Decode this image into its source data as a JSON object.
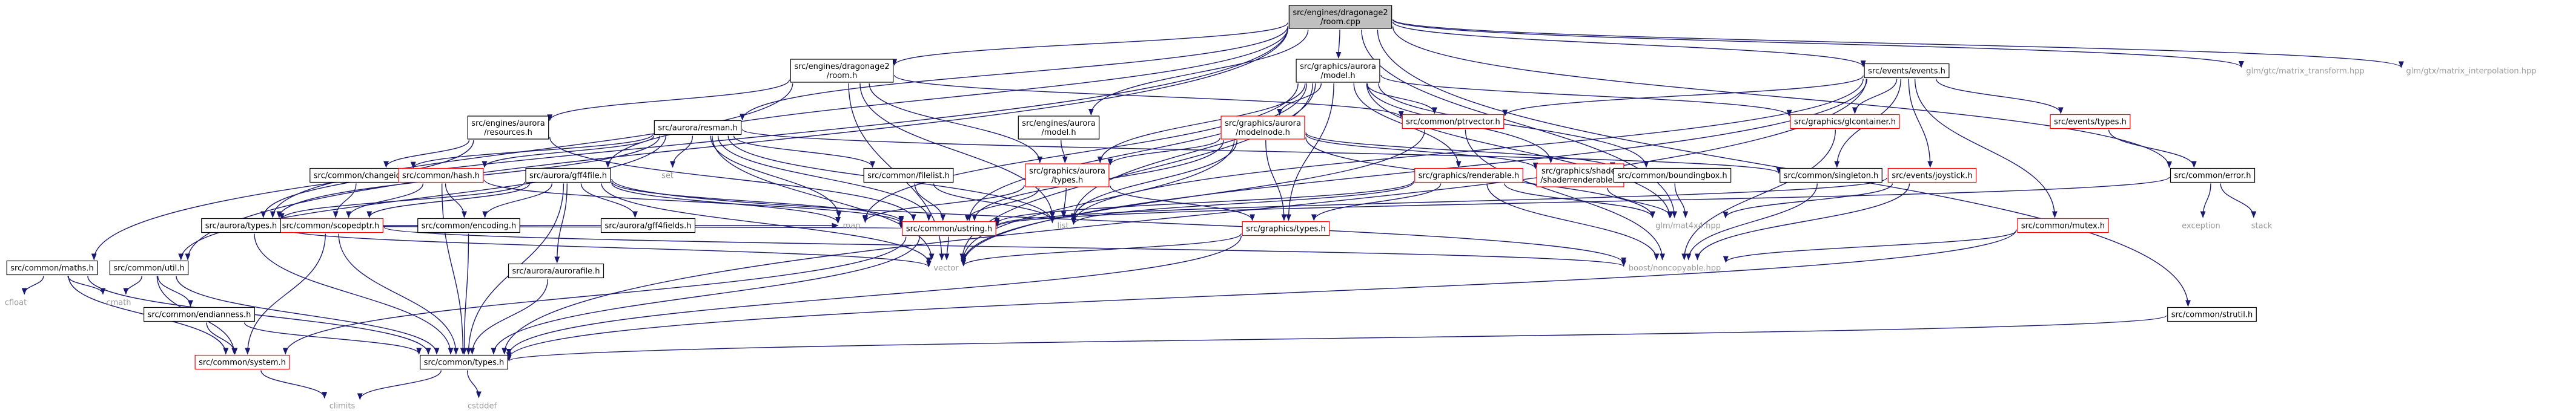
{
  "colors": {
    "edge": "#191970",
    "root_fill": "#bfbfbf",
    "box_fill": "#ffffff",
    "box_border": "#000000",
    "missing_text": "#999999",
    "red_border": "#ff0000"
  },
  "nodes": [
    {
      "id": "root",
      "kind": "root",
      "lines": [
        "src/engines/dragonage2",
        "/room.cpp"
      ]
    },
    {
      "id": "maths",
      "kind": "doc",
      "lines": [
        "src/common/maths.h"
      ]
    },
    {
      "id": "cfloat",
      "kind": "missing",
      "lines": [
        "cfloat"
      ]
    },
    {
      "id": "cmath",
      "kind": "missing",
      "lines": [
        "cmath"
      ]
    },
    {
      "id": "system",
      "kind": "red",
      "lines": [
        "src/common/system.h"
      ]
    },
    {
      "id": "climits",
      "kind": "missing",
      "lines": [
        "climits"
      ]
    },
    {
      "id": "types",
      "kind": "doc",
      "lines": [
        "src/common/types.h"
      ]
    },
    {
      "id": "cstddef",
      "kind": "missing",
      "lines": [
        "cstddef"
      ]
    },
    {
      "id": "util",
      "kind": "doc",
      "lines": [
        "src/common/util.h"
      ]
    },
    {
      "id": "endianness",
      "kind": "doc",
      "lines": [
        "src/common/endianness.h"
      ]
    },
    {
      "id": "room_h",
      "kind": "doc",
      "lines": [
        "src/engines/dragonage2",
        "/room.h"
      ]
    },
    {
      "id": "resources",
      "kind": "doc",
      "lines": [
        "src/engines/aurora",
        "/resources.h"
      ]
    },
    {
      "id": "changeid",
      "kind": "doc",
      "lines": [
        "src/common/changeid.h"
      ]
    },
    {
      "id": "scopedptr",
      "kind": "red",
      "lines": [
        "src/common/scopedptr.h"
      ]
    },
    {
      "id": "aurora_types",
      "kind": "doc",
      "lines": [
        "src/aurora/types.h"
      ]
    },
    {
      "id": "resman",
      "kind": "doc",
      "lines": [
        "src/aurora/resman.h"
      ]
    },
    {
      "id": "set",
      "kind": "missing",
      "lines": [
        "set"
      ]
    },
    {
      "id": "hash",
      "kind": "red",
      "lines": [
        "src/common/hash.h"
      ]
    },
    {
      "id": "encoding",
      "kind": "doc",
      "lines": [
        "src/common/encoding.h"
      ]
    },
    {
      "id": "gff4file",
      "kind": "doc",
      "lines": [
        "src/aurora/gff4file.h"
      ]
    },
    {
      "id": "gff4fields",
      "kind": "doc",
      "lines": [
        "src/aurora/gff4fields.h"
      ]
    },
    {
      "id": "aurorafile",
      "kind": "doc",
      "lines": [
        "src/aurora/aurorafile.h"
      ]
    },
    {
      "id": "filelist",
      "kind": "doc",
      "lines": [
        "src/common/filelist.h"
      ]
    },
    {
      "id": "map",
      "kind": "missing",
      "lines": [
        "map"
      ]
    },
    {
      "id": "ustring",
      "kind": "red",
      "lines": [
        "src/common/ustring.h"
      ]
    },
    {
      "id": "list",
      "kind": "missing",
      "lines": [
        "list"
      ]
    },
    {
      "id": "vector",
      "kind": "missing",
      "lines": [
        "vector"
      ]
    },
    {
      "id": "eng_model",
      "kind": "doc",
      "lines": [
        "src/engines/aurora",
        "/model.h"
      ]
    },
    {
      "id": "gfx_aurora_types",
      "kind": "red",
      "lines": [
        "src/graphics/aurora",
        "/types.h"
      ]
    },
    {
      "id": "gfx_model",
      "kind": "doc",
      "lines": [
        "src/graphics/aurora",
        "/model.h"
      ]
    },
    {
      "id": "modelnode",
      "kind": "red",
      "lines": [
        "src/graphics/aurora",
        "/modelnode.h"
      ]
    },
    {
      "id": "ptrvector",
      "kind": "red",
      "lines": [
        "src/common/ptrvector.h"
      ]
    },
    {
      "id": "gfx_types",
      "kind": "red",
      "lines": [
        "src/graphics/types.h"
      ]
    },
    {
      "id": "renderable",
      "kind": "red",
      "lines": [
        "src/graphics/renderable.h"
      ]
    },
    {
      "id": "shaderrenderable",
      "kind": "red",
      "lines": [
        "src/graphics/shader",
        "/shaderrenderable.h"
      ]
    },
    {
      "id": "boundingbox",
      "kind": "doc",
      "lines": [
        "src/common/boundingbox.h"
      ]
    },
    {
      "id": "mat4",
      "kind": "missing",
      "lines": [
        "glm/mat4x4.hpp"
      ]
    },
    {
      "id": "noncopyable",
      "kind": "missing",
      "lines": [
        "boost/noncopyable.hpp"
      ]
    },
    {
      "id": "glcontainer",
      "kind": "red",
      "lines": [
        "src/graphics/glcontainer.h"
      ]
    },
    {
      "id": "events",
      "kind": "doc",
      "lines": [
        "src/events/events.h"
      ]
    },
    {
      "id": "singleton",
      "kind": "doc",
      "lines": [
        "src/common/singleton.h"
      ]
    },
    {
      "id": "joystick",
      "kind": "red",
      "lines": [
        "src/events/joystick.h"
      ]
    },
    {
      "id": "ev_types",
      "kind": "red",
      "lines": [
        "src/events/types.h"
      ]
    },
    {
      "id": "mutex",
      "kind": "red",
      "lines": [
        "src/common/mutex.h"
      ]
    },
    {
      "id": "error",
      "kind": "doc",
      "lines": [
        "src/common/error.h"
      ]
    },
    {
      "id": "exception",
      "kind": "missing",
      "lines": [
        "exception"
      ]
    },
    {
      "id": "stack",
      "kind": "missing",
      "lines": [
        "stack"
      ]
    },
    {
      "id": "strutil",
      "kind": "doc",
      "lines": [
        "src/common/strutil.h"
      ]
    },
    {
      "id": "mat_transform",
      "kind": "missing",
      "lines": [
        "glm/gtc/matrix_transform.hpp"
      ]
    },
    {
      "id": "mat_interp",
      "kind": "missing",
      "lines": [
        "glm/gtx/matrix_interpolation.hpp"
      ]
    }
  ],
  "edges": [
    [
      "root",
      "maths"
    ],
    [
      "root",
      "util"
    ],
    [
      "root",
      "room_h"
    ],
    [
      "root",
      "resman"
    ],
    [
      "root",
      "gff4file"
    ],
    [
      "root",
      "eng_model"
    ],
    [
      "root",
      "gfx_model"
    ],
    [
      "root",
      "events"
    ],
    [
      "root",
      "mat_transform"
    ],
    [
      "root",
      "mat_interp"
    ],
    [
      "root",
      "mat4"
    ],
    [
      "root",
      "error"
    ],
    [
      "root",
      "strutil"
    ],
    [
      "maths",
      "cfloat"
    ],
    [
      "maths",
      "cmath"
    ],
    [
      "maths",
      "system"
    ],
    [
      "maths",
      "types"
    ],
    [
      "system",
      "climits"
    ],
    [
      "types",
      "climits"
    ],
    [
      "types",
      "cstddef"
    ],
    [
      "util",
      "cmath"
    ],
    [
      "util",
      "endianness"
    ],
    [
      "util",
      "system"
    ],
    [
      "util",
      "types"
    ],
    [
      "endianness",
      "system"
    ],
    [
      "endianness",
      "types"
    ],
    [
      "room_h",
      "resources"
    ],
    [
      "room_h",
      "aurora_types"
    ],
    [
      "room_h",
      "gfx_aurora_types"
    ],
    [
      "room_h",
      "ptrvector"
    ],
    [
      "room_h",
      "list"
    ],
    [
      "room_h",
      "vector"
    ],
    [
      "resources",
      "changeid"
    ],
    [
      "resources",
      "aurora_types"
    ],
    [
      "resources",
      "ustring"
    ],
    [
      "changeid",
      "scopedptr"
    ],
    [
      "scopedptr",
      "system"
    ],
    [
      "scopedptr",
      "types"
    ],
    [
      "scopedptr",
      "noncopyable"
    ],
    [
      "aurora_types",
      "types"
    ],
    [
      "aurora_types",
      "vector"
    ],
    [
      "aurora_types",
      "map"
    ],
    [
      "aurora_types",
      "ustring"
    ],
    [
      "resman",
      "set"
    ],
    [
      "resman",
      "list"
    ],
    [
      "resman",
      "map"
    ],
    [
      "resman",
      "vector"
    ],
    [
      "resman",
      "util"
    ],
    [
      "resman",
      "hash"
    ],
    [
      "resman",
      "changeid"
    ],
    [
      "resman",
      "filelist"
    ],
    [
      "resman",
      "aurora_types"
    ],
    [
      "resman",
      "singleton"
    ],
    [
      "resman",
      "ustring"
    ],
    [
      "hash",
      "types"
    ],
    [
      "hash",
      "encoding"
    ],
    [
      "hash",
      "scopedptr"
    ],
    [
      "hash",
      "ustring"
    ],
    [
      "encoding",
      "types"
    ],
    [
      "gff4file",
      "vector"
    ],
    [
      "gff4file",
      "map"
    ],
    [
      "gff4file",
      "types"
    ],
    [
      "gff4file",
      "scopedptr"
    ],
    [
      "gff4file",
      "ustring"
    ],
    [
      "gff4file",
      "encoding"
    ],
    [
      "gff4file",
      "aurora_types"
    ],
    [
      "gff4file",
      "gff4fields"
    ],
    [
      "gff4file",
      "aurorafile"
    ],
    [
      "gff4file",
      "noncopyable"
    ],
    [
      "aurorafile",
      "types"
    ],
    [
      "filelist",
      "list"
    ],
    [
      "filelist",
      "ustring"
    ],
    [
      "ustring",
      "types"
    ],
    [
      "ustring",
      "vector"
    ],
    [
      "ustring",
      "system"
    ],
    [
      "eng_model",
      "gfx_aurora_types"
    ],
    [
      "gfx_aurora_types",
      "ustring"
    ],
    [
      "gfx_aurora_types",
      "gfx_types"
    ],
    [
      "gfx_aurora_types",
      "map"
    ],
    [
      "gfx_aurora_types",
      "list"
    ],
    [
      "gfx_types",
      "types"
    ],
    [
      "gfx_types",
      "vector"
    ],
    [
      "gfx_model",
      "list"
    ],
    [
      "gfx_model",
      "map"
    ],
    [
      "gfx_model",
      "ustring"
    ],
    [
      "gfx_model",
      "modelnode"
    ],
    [
      "gfx_model",
      "ptrvector"
    ],
    [
      "gfx_model",
      "renderable"
    ],
    [
      "gfx_model",
      "shaderrenderable"
    ],
    [
      "gfx_model",
      "boundingbox"
    ],
    [
      "gfx_model",
      "mat4"
    ],
    [
      "gfx_model",
      "vector"
    ],
    [
      "gfx_model",
      "gfx_aurora_types"
    ],
    [
      "gfx_model",
      "glcontainer"
    ],
    [
      "gfx_model",
      "gfx_types"
    ],
    [
      "modelnode",
      "list"
    ],
    [
      "modelnode",
      "vector"
    ],
    [
      "modelnode",
      "ustring"
    ],
    [
      "modelnode",
      "boundingbox"
    ],
    [
      "modelnode",
      "mat4"
    ],
    [
      "modelnode",
      "gfx_aurora_types"
    ],
    [
      "modelnode",
      "gfx_types"
    ],
    [
      "modelnode",
      "shaderrenderable"
    ],
    [
      "ptrvector",
      "vector"
    ],
    [
      "ptrvector",
      "noncopyable"
    ],
    [
      "renderable",
      "ustring"
    ],
    [
      "renderable",
      "gfx_types"
    ],
    [
      "renderable",
      "list"
    ],
    [
      "renderable",
      "mat4"
    ],
    [
      "renderable",
      "noncopyable"
    ],
    [
      "shaderrenderable",
      "mat4"
    ],
    [
      "boundingbox",
      "mat4"
    ],
    [
      "glcontainer",
      "noncopyable"
    ],
    [
      "events",
      "vector"
    ],
    [
      "events",
      "list"
    ],
    [
      "events",
      "ptrvector"
    ],
    [
      "events",
      "singleton"
    ],
    [
      "events",
      "joystick"
    ],
    [
      "events",
      "ev_types"
    ],
    [
      "events",
      "mutex"
    ],
    [
      "events",
      "types"
    ],
    [
      "events",
      "glcontainer"
    ],
    [
      "singleton",
      "noncopyable"
    ],
    [
      "joystick",
      "ustring"
    ],
    [
      "joystick",
      "noncopyable"
    ],
    [
      "joystick",
      "mat4"
    ],
    [
      "ev_types",
      "error"
    ],
    [
      "mutex",
      "noncopyable"
    ],
    [
      "mutex",
      "types"
    ],
    [
      "error",
      "exception"
    ],
    [
      "error",
      "stack"
    ],
    [
      "error",
      "ustring"
    ],
    [
      "strutil",
      "types"
    ]
  ]
}
